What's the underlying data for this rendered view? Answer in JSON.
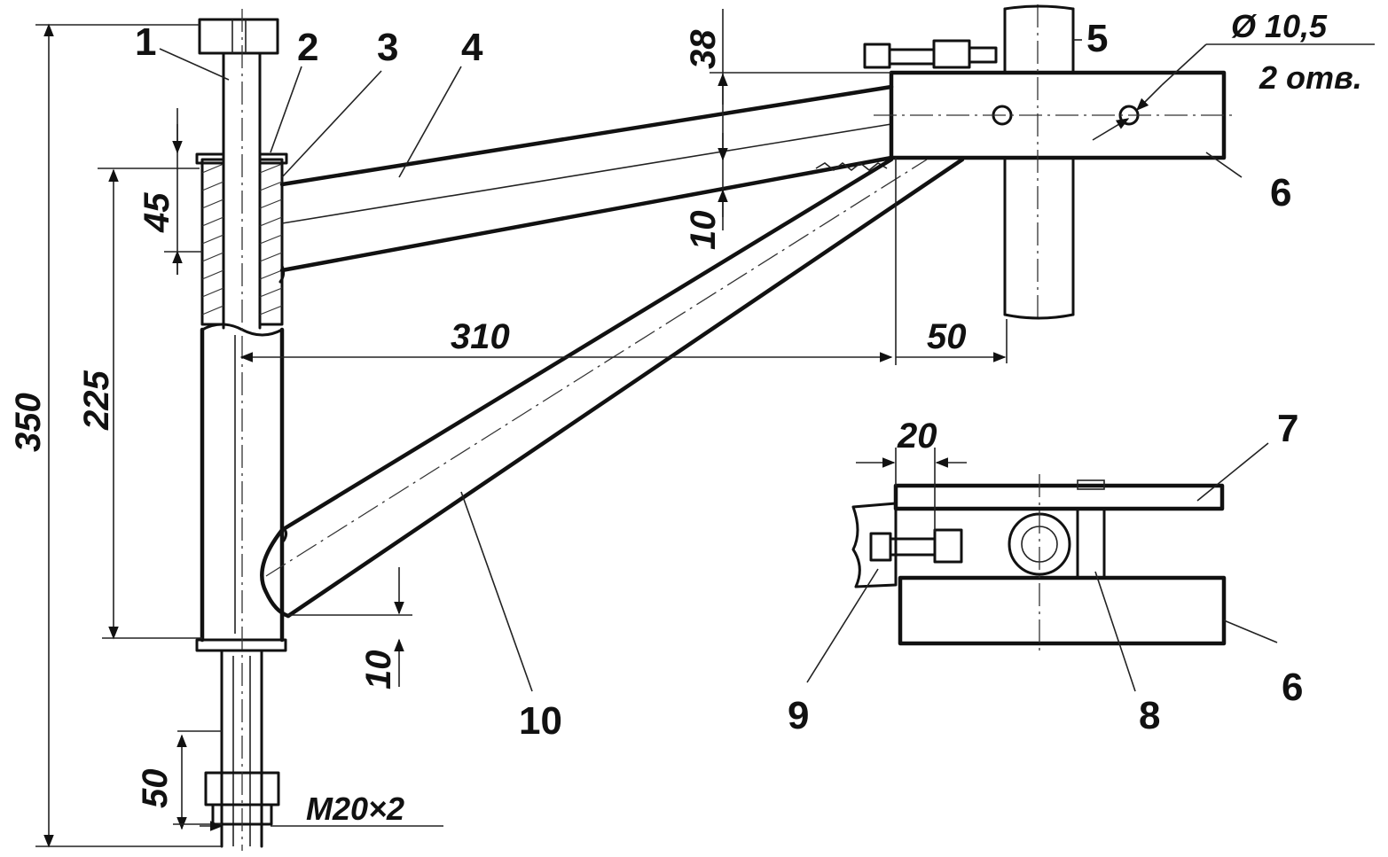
{
  "callouts": [
    "1",
    "2",
    "3",
    "4",
    "5",
    "6",
    "7",
    "8",
    "9",
    "10"
  ],
  "callout_6_second": "6",
  "dimensions": {
    "d350": "350",
    "d225": "225",
    "d45": "45",
    "d38": "38",
    "d10_top": "10",
    "d10_bottom": "10",
    "d310": "310",
    "d50_right": "50",
    "d20": "20",
    "d50_bottom": "50"
  },
  "notes": {
    "hole_dia": "Ø 10,5",
    "hole_count": "2 отв.",
    "thread": "M20×2"
  }
}
